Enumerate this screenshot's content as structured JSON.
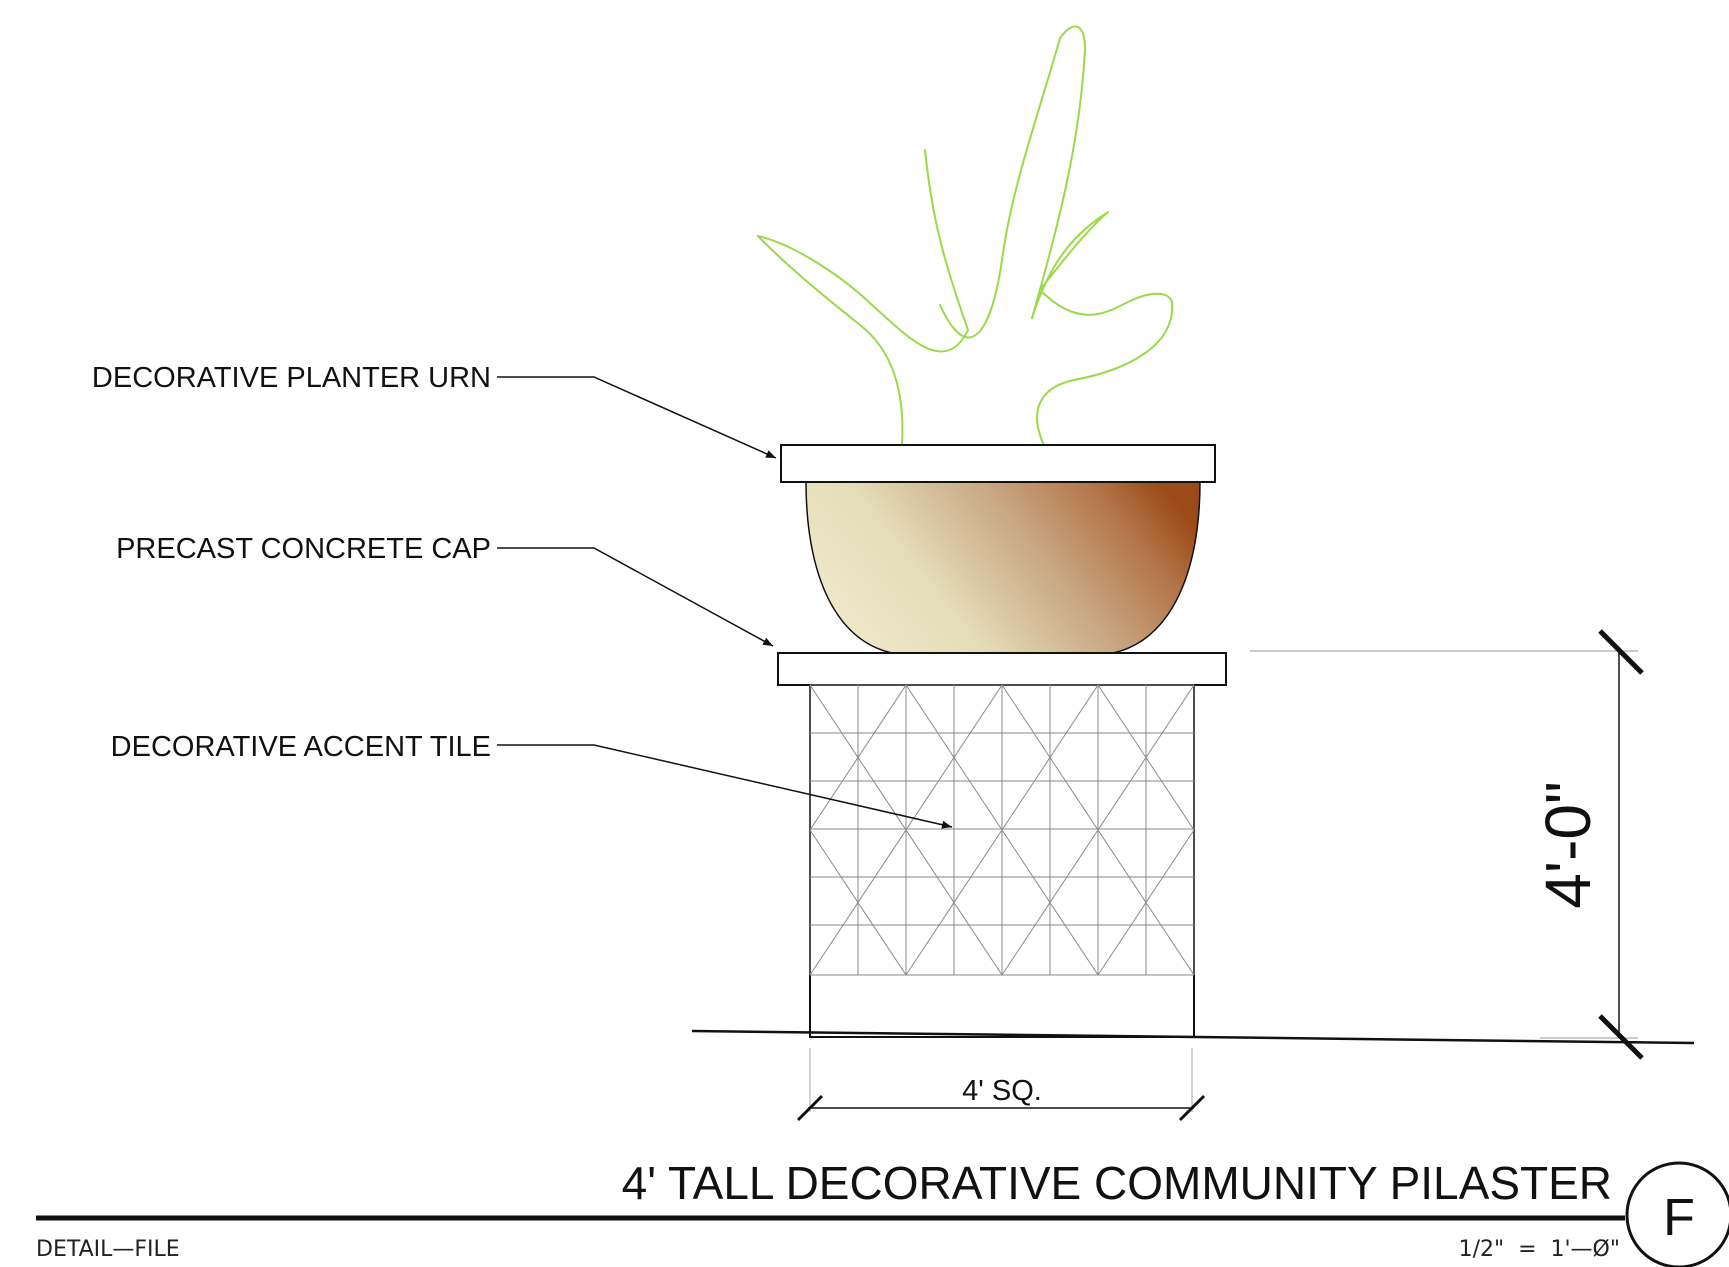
{
  "callouts": {
    "planter_urn": "DECORATIVE PLANTER URN",
    "concrete_cap": "PRECAST CONCRETE CAP",
    "accent_tile": "DECORATIVE ACCENT TILE"
  },
  "dimensions": {
    "height": "4'-0\"",
    "width": "4' SQ."
  },
  "title_block": {
    "title": "4' TALL DECORATIVE COMMUNITY PILASTER",
    "file_label": "DETAIL—FILE",
    "scale": "1/2\"  =  1'—Ø\"",
    "detail_letter": "F"
  },
  "colors": {
    "plant_stroke": "#9bd94a",
    "urn_light": "#e6e2c4",
    "urn_dark": "#a2501c",
    "line": "#111111"
  }
}
